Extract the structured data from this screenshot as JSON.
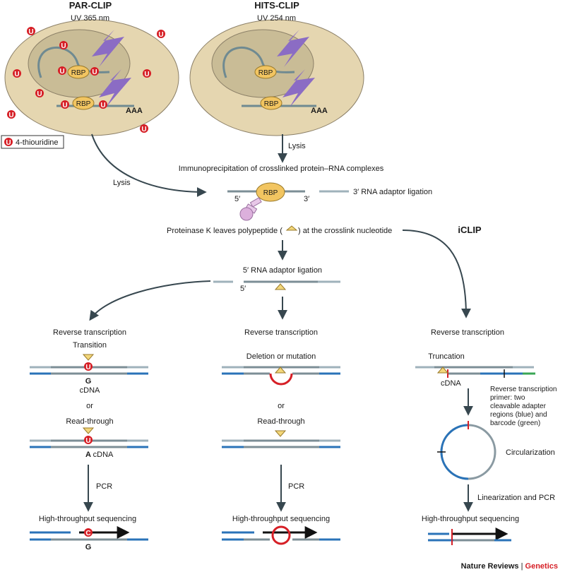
{
  "titles": {
    "parclip": "PAR-CLIP",
    "hitsclip": "HITS-CLIP",
    "iclip": "iCLIP"
  },
  "uv": {
    "parclip": "UV 365 nm",
    "hitsclip": "UV 254 nm"
  },
  "cell": {
    "rbp": "RBP",
    "polya": "AAA",
    "u": "U"
  },
  "legend": {
    "symbol": "U",
    "label": "4-thiouridine"
  },
  "steps": {
    "lysis": "Lysis",
    "immunoprecipitation": "Immunoprecipitation of crosslinked protein–RNA complexes",
    "adaptor3": "3′ RNA adaptor ligation",
    "five_prime": "5′",
    "three_prime": "3′",
    "proteinase_pre": "Proteinase K leaves polypeptide (",
    "proteinase_post": ") at the crosslink nucleotide",
    "adaptor5": "5′ RNA adaptor ligation",
    "reverse_transcription": "Reverse transcription",
    "or": "or",
    "pcr": "PCR",
    "hts": "High-throughput sequencing"
  },
  "parclip": {
    "transition": "Transition",
    "readthrough": "Read-through",
    "cdna": "cDNA",
    "g": "G",
    "a": "A",
    "c": "C",
    "u": "U"
  },
  "hitsclip": {
    "deletion": "Deletion or mutation",
    "readthrough": "Read-through"
  },
  "iclip": {
    "truncation": "Truncation",
    "cdna": "cDNA",
    "primer_note": [
      "Reverse transcription",
      "primer: two",
      "cleavable adapter",
      "regions (blue) and",
      "barcode (green)"
    ],
    "circularization": "Circularization",
    "linearization": "Linearization and PCR"
  },
  "credit": {
    "journal": "Nature Reviews",
    "sep": " | ",
    "section": "Genetics"
  },
  "colors": {
    "cell_outer": "#e5d6b0",
    "nucleus": "#c9bc96",
    "rna": "#6f8a91",
    "rbp": "#f2c561",
    "bolt": "#8b6cc4",
    "uridine": "#d61f26",
    "arrow": "#37474f",
    "adapter": "#9fb2bb",
    "rna_strand": "#7c8e96",
    "cdna": "#2a73b8",
    "barcode": "#3aa655",
    "poly": "#f3d77a"
  }
}
